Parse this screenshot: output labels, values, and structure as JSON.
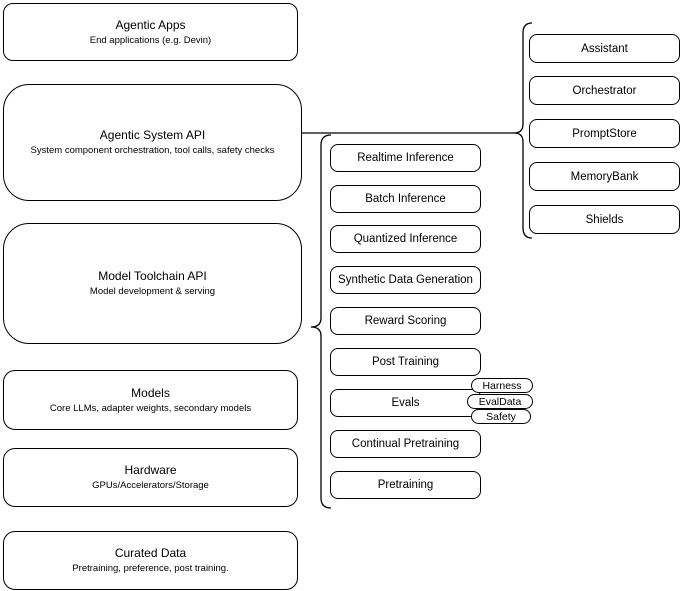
{
  "diagram": {
    "left_column": [
      {
        "title": "Agentic Apps",
        "subtitle": "End applications (e.g. Devin)"
      },
      {
        "title": "Agentic System API",
        "subtitle": "System component orchestration, tool calls, safety checks"
      },
      {
        "title": "Model Toolchain API",
        "subtitle": "Model development & serving"
      },
      {
        "title": "Models",
        "subtitle": "Core LLMs, adapter weights, secondary models"
      },
      {
        "title": "Hardware",
        "subtitle": "GPUs/Accelerators/Storage"
      },
      {
        "title": "Curated Data",
        "subtitle": "Pretraining, preference, post training."
      }
    ],
    "middle_column": [
      "Realtime Inference",
      "Batch Inference",
      "Quantized Inference",
      "Synthetic Data Generation",
      "Reward Scoring",
      "Post Training",
      "Evals",
      "Continual Pretraining",
      "Pretraining"
    ],
    "eval_pills": [
      "Harness",
      "EvalData",
      "Safety"
    ],
    "right_column": [
      "Assistant",
      "Orchestrator",
      "PromptStore",
      "MemoryBank",
      "Shields"
    ],
    "colors": {
      "stroke": "#000000",
      "fill": "#ffffff",
      "text": "#000000"
    }
  }
}
